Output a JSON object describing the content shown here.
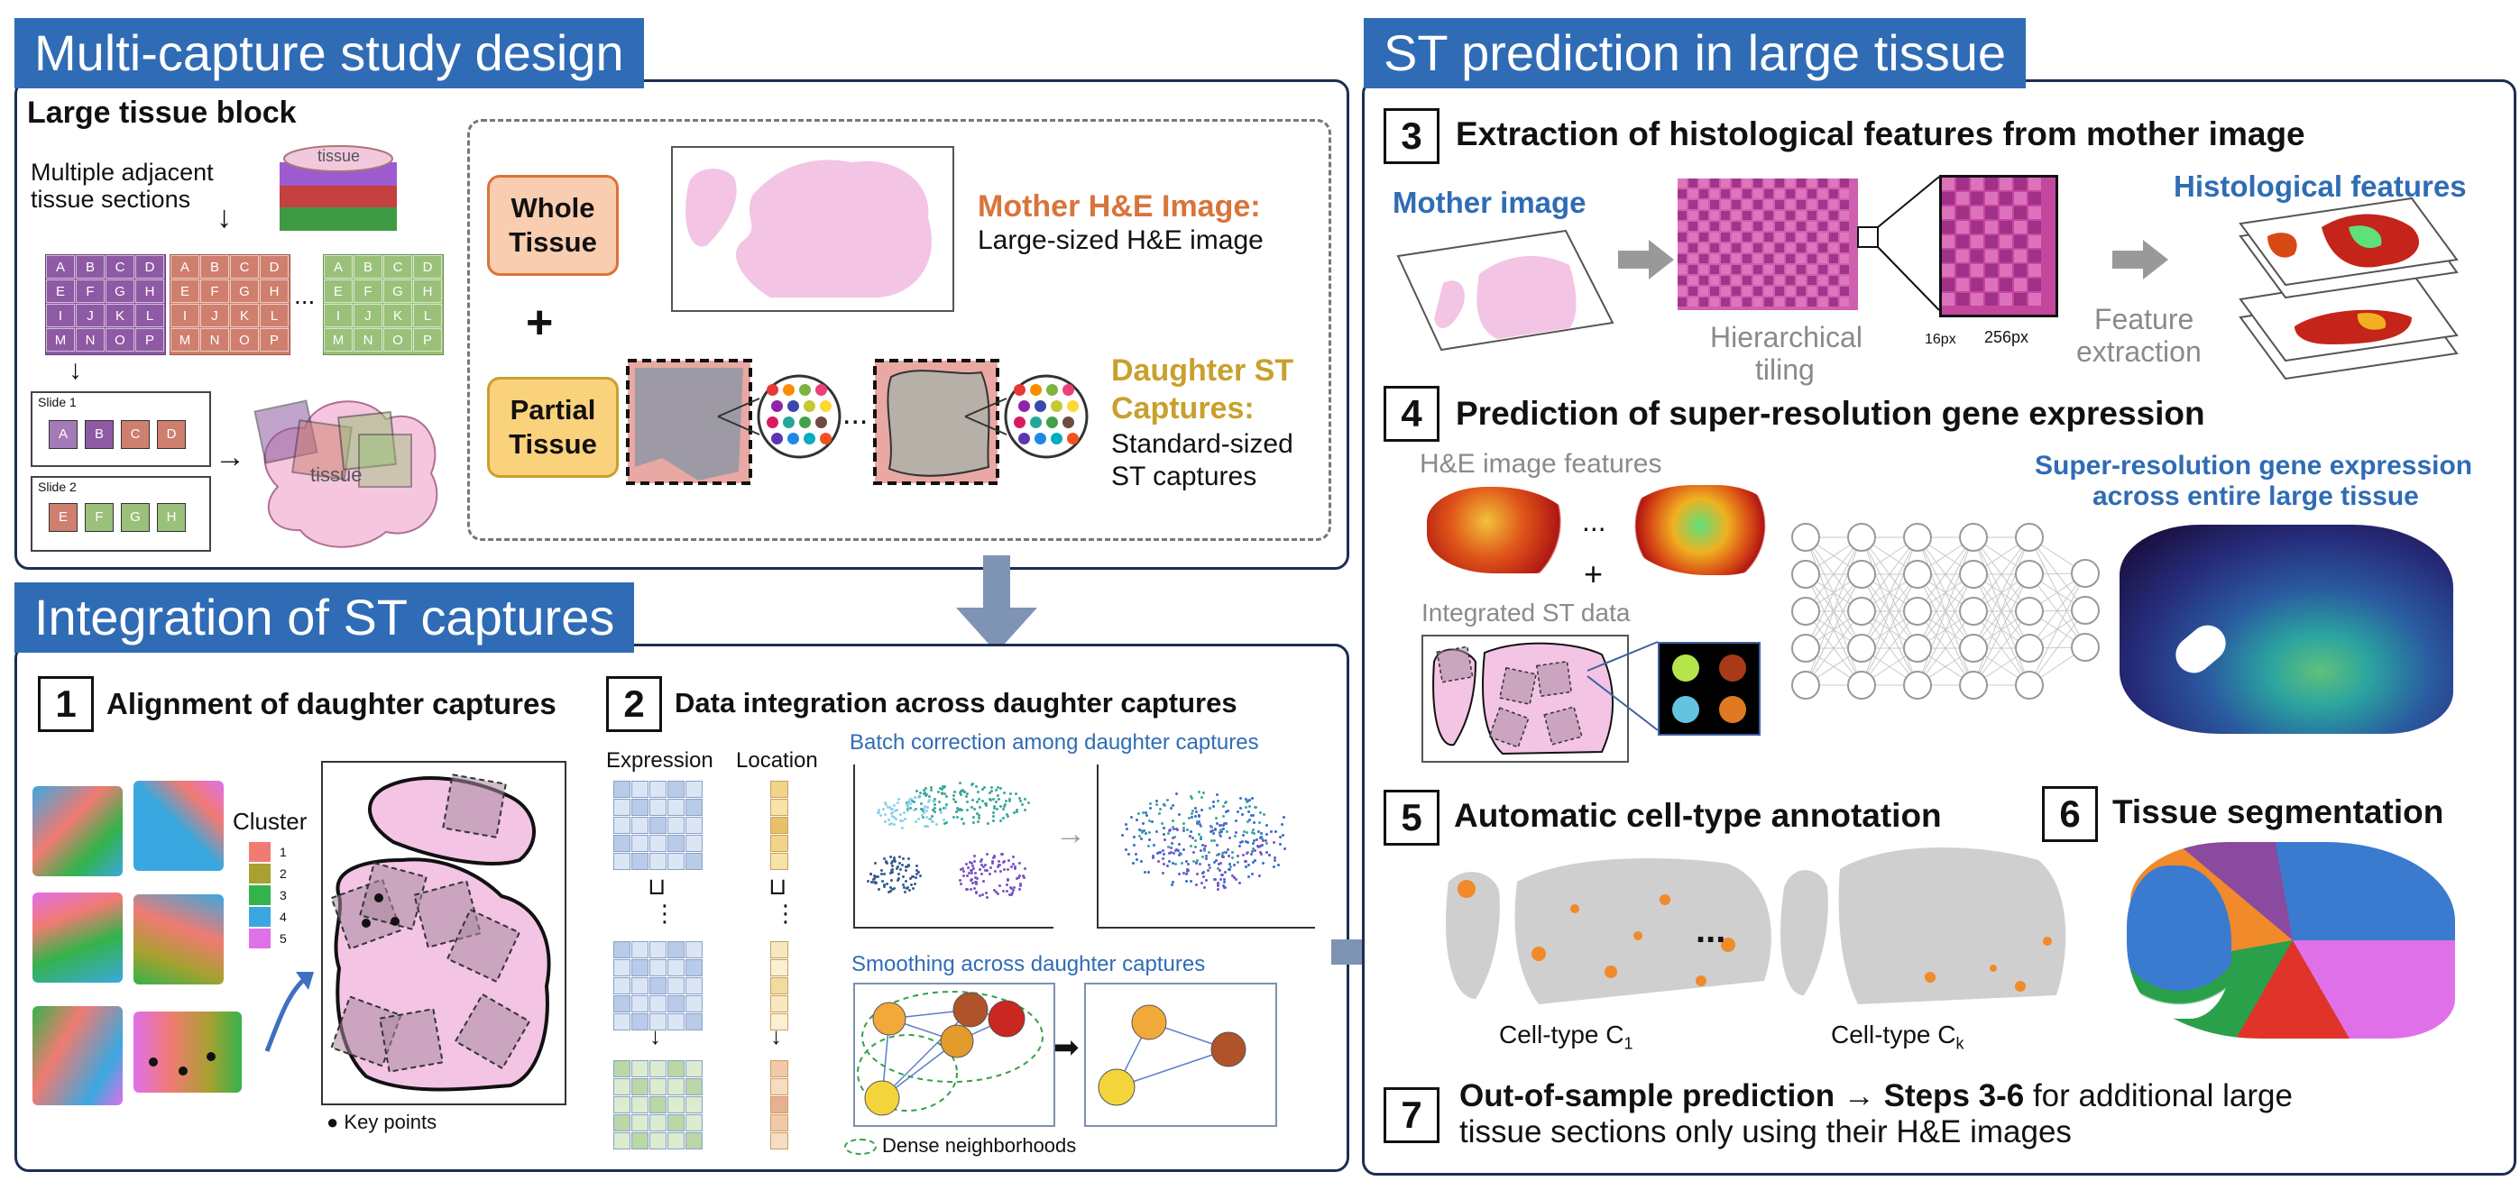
{
  "panels": {
    "study_design": {
      "title": "Multi-capture study design"
    },
    "integration": {
      "title": "Integration of ST captures"
    },
    "prediction": {
      "title": "ST prediction in large tissue"
    }
  },
  "study": {
    "large_tissue_block": "Large tissue block",
    "adjacent_sections_1": "Multiple adjacent",
    "adjacent_sections_2": "tissue sections",
    "tissue_label": "tissue",
    "ellipsis": "...",
    "slide1": "Slide 1",
    "slide2": "Slide 2",
    "grid_letters": [
      "A",
      "B",
      "C",
      "D",
      "E",
      "F",
      "G",
      "H",
      "I",
      "J",
      "K",
      "L",
      "M",
      "N",
      "O",
      "P"
    ],
    "slide1_letters": [
      "A",
      "B",
      "C",
      "D"
    ],
    "slide2_letters": [
      "E",
      "F",
      "G",
      "H"
    ],
    "whole_tissue_1": "Whole",
    "whole_tissue_2": "Tissue",
    "partial_tissue_1": "Partial",
    "partial_tissue_2": "Tissue",
    "plus": "+",
    "mother_title": "Mother H&E Image:",
    "mother_sub": "Large-sized H&E image",
    "daughter_title_1": "Daughter ST",
    "daughter_title_2": "Captures:",
    "daughter_sub_1": "Standard-sized",
    "daughter_sub_2": "ST captures",
    "dots": "..."
  },
  "step1": {
    "num": "1",
    "title": "Alignment of daughter captures",
    "cluster_title": "Cluster",
    "clusters": [
      {
        "label": "1",
        "color": "#f07b72"
      },
      {
        "label": "2",
        "color": "#a8a030"
      },
      {
        "label": "3",
        "color": "#34b34a"
      },
      {
        "label": "4",
        "color": "#3aa8e0"
      },
      {
        "label": "5",
        "color": "#e070e8"
      }
    ],
    "key_points": "Key points"
  },
  "step2": {
    "num": "2",
    "title": "Data integration across daughter captures",
    "expression": "Expression",
    "location": "Location",
    "batch_correction": "Batch correction among daughter captures",
    "smoothing": "Smoothing across daughter captures",
    "dense_neighborhoods": "Dense neighborhoods"
  },
  "step3": {
    "num": "3",
    "title": "Extraction of histological features from mother image",
    "mother_image": "Mother image",
    "hier_1": "Hierarchical",
    "hier_2": "tiling",
    "px16": "16px",
    "px256": "256px",
    "feature_1": "Feature",
    "feature_2": "extraction",
    "hist_features": "Histological features"
  },
  "step4": {
    "num": "4",
    "title": "Prediction of super-resolution gene expression",
    "he_features": "H&E image features",
    "dots": "...",
    "plus": "+",
    "integrated_st": "Integrated ST data",
    "superres_1": "Super-resolution gene expression",
    "superres_2": "across entire large tissue"
  },
  "step5": {
    "num": "5",
    "title": "Automatic cell-type annotation",
    "celltype_c1_base": "Cell-type C",
    "celltype_c1_sub": "1",
    "celltype_ck_base": "Cell-type C",
    "celltype_ck_sub": "k",
    "dots": "..."
  },
  "step6": {
    "num": "6",
    "title": "Tissue segmentation"
  },
  "step7": {
    "num": "7",
    "line1_a": "Out-of-sample prediction",
    "line1_arrow": "→",
    "line1_b": "Steps 3-6",
    "line1_c": " for additional large",
    "line2": "tissue sections only using their H&E images"
  },
  "colors": {
    "title_bar": "#2f6cb5",
    "panel_border": "#1c2e52",
    "tissue_pink": "#f3c4e4",
    "mother_orange": "#d9743a",
    "daughter_gold": "#c9a02c",
    "whole_fill": "#f8cdb0",
    "partial_fill": "#fbd27c",
    "arrow_blue": "#7f93b5"
  }
}
